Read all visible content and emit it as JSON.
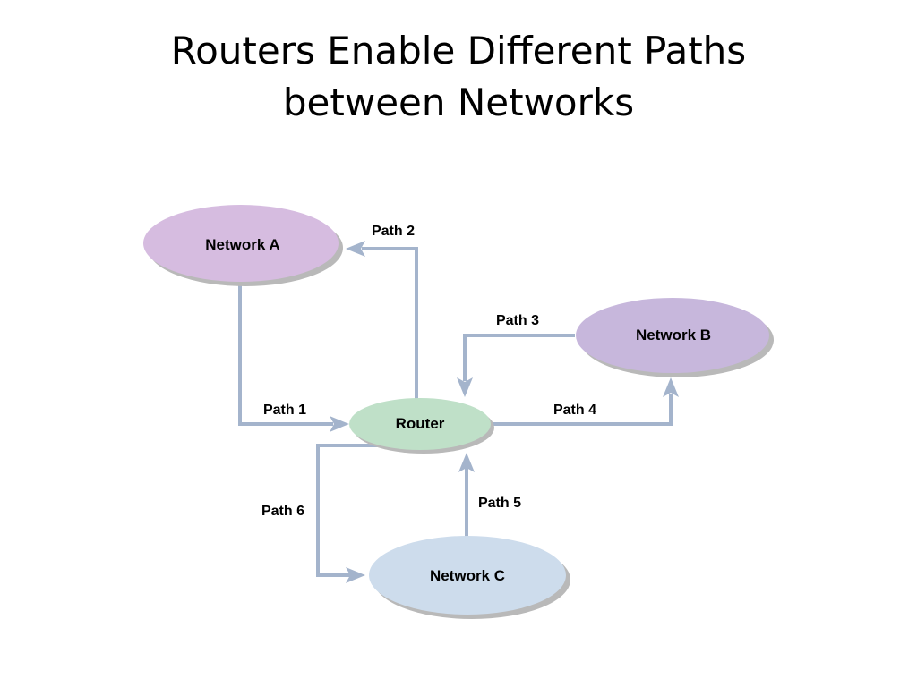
{
  "title": {
    "line1": "Routers Enable Different Paths",
    "line2": "between Networks"
  },
  "nodes": {
    "network_a": {
      "label": "Network A",
      "color": "#d6bce0"
    },
    "network_b": {
      "label": "Network B",
      "color": "#c7b7dc"
    },
    "network_c": {
      "label": "Network C",
      "color": "#cddcec"
    },
    "router": {
      "label": "Router",
      "color": "#bfe0c8"
    }
  },
  "paths": {
    "path1": "Path 1",
    "path2": "Path 2",
    "path3": "Path 3",
    "path4": "Path 4",
    "path5": "Path 5",
    "path6": "Path 6"
  },
  "colors": {
    "connector": "#a4b4cc",
    "shadow": "#b9b9b9"
  }
}
